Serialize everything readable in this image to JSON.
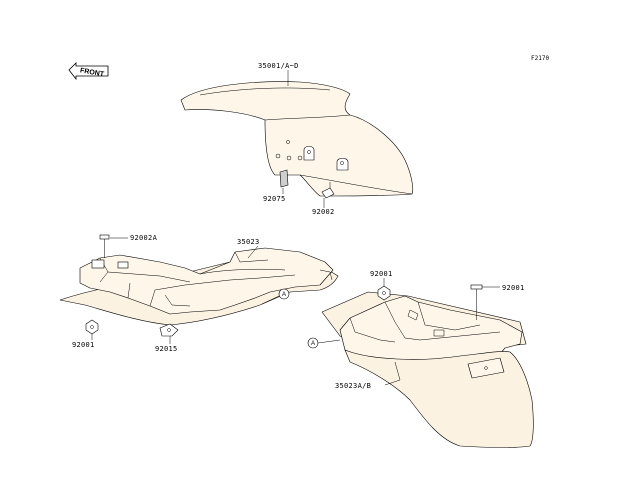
{
  "figure_code": "F2170",
  "front_arrow": {
    "text": "FRONT",
    "icon": "front-arrow-icon"
  },
  "labels": {
    "front_fender": "35001/A~D",
    "pad": "92075",
    "fender_bolt": "92002",
    "inner_bolt": "92002A",
    "inner_fender": "35023",
    "nut_right": "92001",
    "bolt_right": "92001",
    "nut_left": "92001",
    "clip": "92015",
    "rear_fender": "35023A/B"
  },
  "refs": {
    "a1": "A",
    "a2": "A"
  }
}
